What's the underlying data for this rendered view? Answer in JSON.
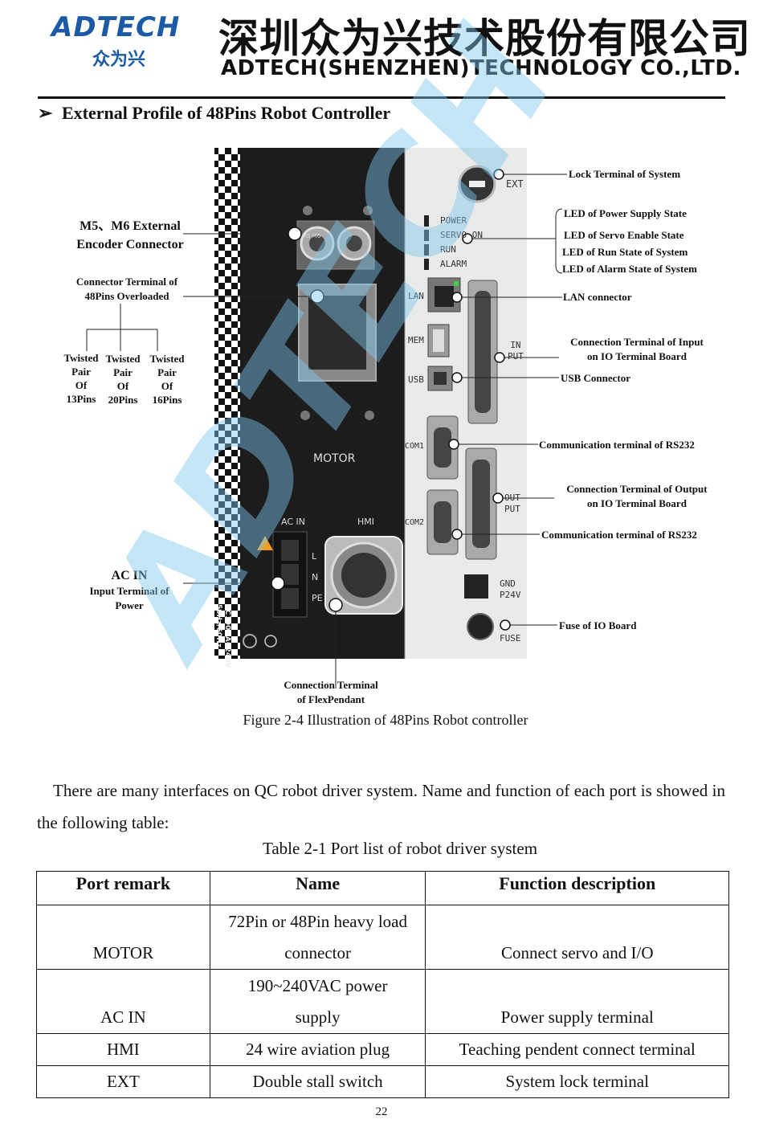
{
  "header": {
    "logo_en": "ADTECH",
    "logo_cn": "众为兴",
    "company_cn": "深圳众为兴技术股份有限公司",
    "company_en": "ADTECH(SHENZHEN)TECHNOLOGY CO.,LTD.",
    "brand_color": "#1c5aa6"
  },
  "section": {
    "bullet": "➢",
    "title": "External Profile of 48Pins Robot Controller"
  },
  "device": {
    "ext": "EXT",
    "led_labels": [
      "POWER",
      "SERVO ON",
      "RUN",
      "ALARM"
    ],
    "lan": "LAN",
    "mem": "MEM",
    "usb": "USB",
    "in_put": [
      "IN",
      "PUT"
    ],
    "com1": "COM1",
    "com2": "COM2",
    "out_put": [
      "OUT",
      "PUT"
    ],
    "motor": "MOTOR",
    "ac_in": "AC IN",
    "hmi": "HMI",
    "ac_rating": [
      "AC190~AC240V",
      "50Hz/60Hz"
    ],
    "lnp": [
      "L",
      "N",
      "PE"
    ],
    "gnd": "GND",
    "p24v": "P24V",
    "fuse": "FUSE",
    "m5m6": "M5 M6"
  },
  "annotations": {
    "lock": "Lock Terminal of System",
    "led_power": "LED of Power Supply State",
    "led_servo": "LED of Servo Enable State",
    "led_run": "LED of Run State of System",
    "led_alarm": "LED of Alarm State of System",
    "lan": "LAN connector",
    "input_1": "Connection Terminal of Input",
    "input_2": "on IO Terminal Board",
    "usb": "USB Connector",
    "rs232_1": "Communication terminal of RS232",
    "output_1": "Connection Terminal of Output",
    "output_2": "on IO Terminal Board",
    "rs232_2": "Communication terminal of RS232",
    "fuse": "Fuse of IO Board",
    "encoder_1": "M5、M6 External",
    "encoder_2": "Encoder Connector",
    "conn48_1": "Connector Terminal of",
    "conn48_2": "48Pins Overloaded",
    "tp13": [
      "Twisted",
      "Pair",
      "Of",
      "13Pins"
    ],
    "tp20": [
      "Twisted",
      "Pair",
      "Of",
      "20Pins"
    ],
    "tp16": [
      "Twisted",
      "Pair",
      "Of",
      "16Pins"
    ],
    "acin_1": "AC  IN",
    "acin_2": "Input Terminal of",
    "acin_3": "Power",
    "flex_1": "Connection Terminal",
    "flex_2": "of FlexPendant"
  },
  "figure_caption": "Figure 2-4 Illustration of 48Pins Robot controller",
  "paragraph": "There are many interfaces on QC robot driver system. Name and function of each port is showed in the following table:",
  "table_caption": "Table 2-1 Port list of robot driver system",
  "table": {
    "headers": [
      "Port remark",
      "Name",
      "Function description"
    ],
    "rows": [
      {
        "port": "MOTOR",
        "name": [
          "72Pin or 48Pin heavy load",
          "connector"
        ],
        "func": "Connect servo and I/O"
      },
      {
        "port": "AC IN",
        "name": [
          "190~240VAC power",
          "supply"
        ],
        "func": "Power supply terminal"
      },
      {
        "port": "HMI",
        "name": [
          "24 wire aviation plug"
        ],
        "func": "Teaching pendent connect terminal"
      },
      {
        "port": "EXT",
        "name": [
          "Double stall switch"
        ],
        "func": "System lock terminal"
      }
    ]
  },
  "page_number": "22",
  "watermark": "ADTECH"
}
